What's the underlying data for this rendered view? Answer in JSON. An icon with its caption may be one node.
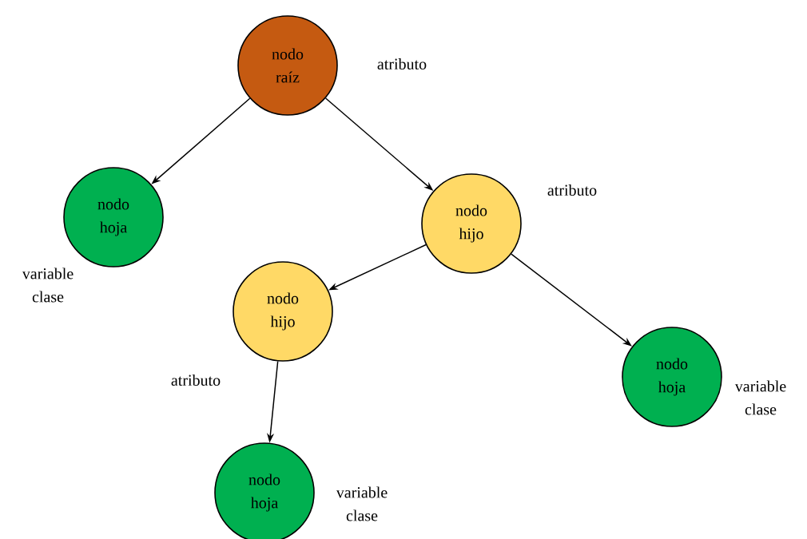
{
  "diagram": {
    "nodes": [
      {
        "text": [
          "nodo raíz"
        ],
        "beside": [
          "atributo"
        ]
      },
      {
        "text": [
          "nodo hoja"
        ],
        "beside": [
          "variable clase"
        ]
      },
      {
        "text": [
          "nodo hijo"
        ],
        "beside": [
          "atributo"
        ]
      },
      {
        "text": [
          "nodo hijo"
        ],
        "beside": [
          "atributo"
        ]
      },
      {
        "text": [
          "nodo hoja"
        ],
        "beside": [
          "variable clase"
        ]
      },
      {
        "text": [
          "nodo hoja"
        ],
        "beside": [
          "variable clase"
        ]
      }
    ],
    "edges": [
      {
        "from": 0,
        "to": 1,
        "arrow": "to"
      },
      {
        "from": 0,
        "to": 2,
        "arrow": "to"
      },
      {
        "from": 2,
        "to": 3,
        "arrow": "to"
      },
      {
        "from": 2,
        "to": 4,
        "arrow": "to"
      },
      {
        "from": 3,
        "to": 5,
        "arrow": "to"
      }
    ]
  }
}
